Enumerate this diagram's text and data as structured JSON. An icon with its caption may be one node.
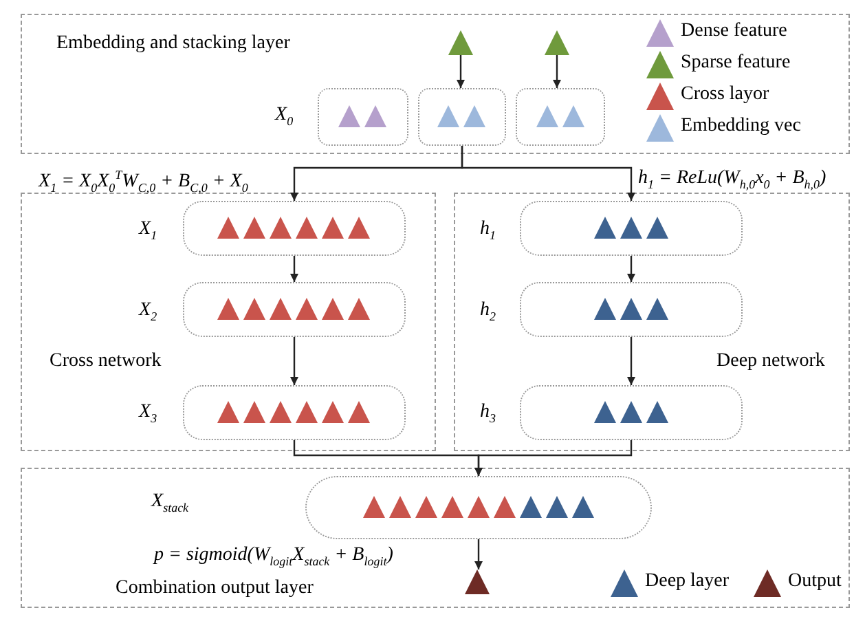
{
  "diagram": {
    "nodes": [
      {
        "text": [
          "Embedding and stacking layer"
        ]
      },
      {
        "text": [],
        "shape": "triangle",
        "in": 0
      },
      {
        "text": [],
        "shape": "triangle",
        "in": 0
      },
      {
        "text": [],
        "shape": "box",
        "in": 0
      },
      {
        "text": [],
        "shape": "box",
        "in": 0
      },
      {
        "text": [],
        "shape": "box",
        "in": 0
      },
      {
        "text": [
          "Cross network"
        ]
      },
      {
        "text": [],
        "shape": "box",
        "in": 6,
        "beside": [
          "X$_{1}$"
        ]
      },
      {
        "text": [],
        "shape": "box",
        "in": 6,
        "beside": [
          "X$_{2}$"
        ]
      },
      {
        "text": [],
        "shape": "box",
        "in": 6,
        "beside": [
          "X$_{3}$"
        ]
      },
      {
        "text": [
          "Deep network"
        ]
      },
      {
        "text": [],
        "shape": "box",
        "in": 10,
        "beside": [
          "h$_{1}$"
        ]
      },
      {
        "text": [],
        "shape": "box",
        "in": 10,
        "beside": [
          "h$_{2}$"
        ]
      },
      {
        "text": [],
        "shape": "box",
        "in": 10,
        "beside": [
          "h$_{3}$"
        ]
      },
      {
        "text": [
          "Combination output layer"
        ]
      },
      {
        "text": [],
        "shape": "box",
        "in": 14
      },
      {
        "text": [],
        "shape": "triangle",
        "in": 14
      }
    ],
    "edges": [
      {
        "from": 1,
        "to": 4,
        "arrow": "to"
      },
      {
        "from": 2,
        "to": 5,
        "arrow": "to"
      },
      {
        "from": 4,
        "to": 7,
        "arrow": "to"
      },
      {
        "from": 4,
        "to": 11,
        "arrow": "to"
      },
      {
        "from": 7,
        "to": 8,
        "arrow": "to"
      },
      {
        "from": 8,
        "to": 9,
        "arrow": "to"
      },
      {
        "from": 11,
        "to": 12,
        "arrow": "to"
      },
      {
        "from": 12,
        "to": 13,
        "arrow": "to"
      },
      {
        "from": 9,
        "to": 15,
        "arrow": "to"
      },
      {
        "from": 13,
        "to": 15,
        "arrow": "to"
      },
      {
        "from": 15,
        "to": 16,
        "arrow": "to"
      }
    ],
    "labels": [
      "X$_{0}$",
      "X$_{1}$ = X$_{0}$X$_{0}$$^{T}$W$_{C,0}$ + B$_{C,0}$ + X$_{0}$",
      "h$_{1}$ = ReLu(W$_{h,0}$x$_{0}$ + B$_{h,0}$)",
      "X$_{stack}$",
      "p = sigmoid(W$_{logit}$X$_{stack}$ + B$_{logit}$)"
    ],
    "legend": [
      {
        "text": "Dense feature",
        "color": "#b5a0cc"
      },
      {
        "text": "Sparse feature",
        "color": "#6f9a3c"
      },
      {
        "text": "Cross layor",
        "color": "#c9544c"
      },
      {
        "text": "Embedding vec",
        "color": "#9db8dc"
      },
      {
        "text": "Deep layer",
        "color": "#3d6290"
      },
      {
        "text": "Output",
        "color": "#6e2b25"
      }
    ]
  }
}
